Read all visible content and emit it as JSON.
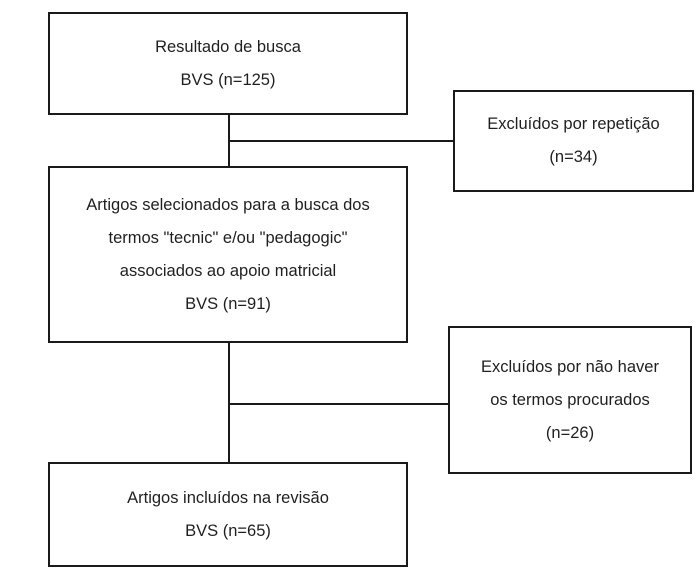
{
  "boxes": {
    "search_result": {
      "lines": [
        "Resultado de busca",
        "BVS (n=125)"
      ]
    },
    "excluded_repetition": {
      "lines": [
        "Excluídos por repetição",
        "(n=34)"
      ]
    },
    "selected_articles": {
      "lines": [
        "Artigos selecionados para a busca dos",
        "termos \"tecnic\" e/ou \"pedagogic\"",
        "associados ao apoio matricial",
        "BVS (n=91)"
      ]
    },
    "excluded_no_terms": {
      "lines": [
        "Excluídos por não haver",
        "os termos procurados",
        "(n=26)"
      ]
    },
    "included_articles": {
      "lines": [
        "Artigos incluídos na revisão",
        "BVS (n=65)"
      ]
    }
  },
  "colors": {
    "line": "#1a1a1a",
    "text": "#1f1f1f",
    "background": "#ffffff"
  }
}
